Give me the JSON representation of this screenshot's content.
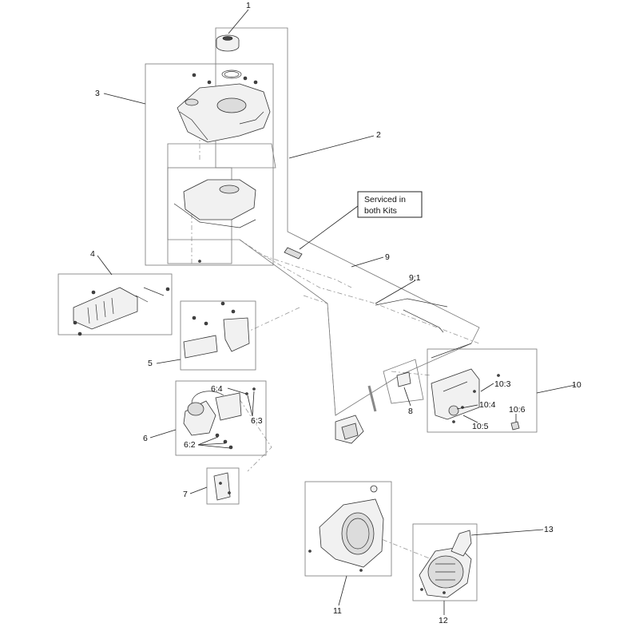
{
  "callouts": {
    "c1": "1",
    "c2": "2",
    "c3": "3",
    "c4": "4",
    "c5": "5",
    "c6": "6",
    "c6_2": "6:2",
    "c6_3": "6:3",
    "c6_4": "6:4",
    "c7": "7",
    "c8": "8",
    "c9": "9",
    "c9_1": "9:1",
    "c10": "10",
    "c10_3": "10:3",
    "c10_4": "10:4",
    "c10_5": "10:5",
    "c10_6": "10:6",
    "c11": "11",
    "c12": "12",
    "c13": "13"
  },
  "note": {
    "line1": "Serviced in",
    "line2": "both Kits"
  }
}
